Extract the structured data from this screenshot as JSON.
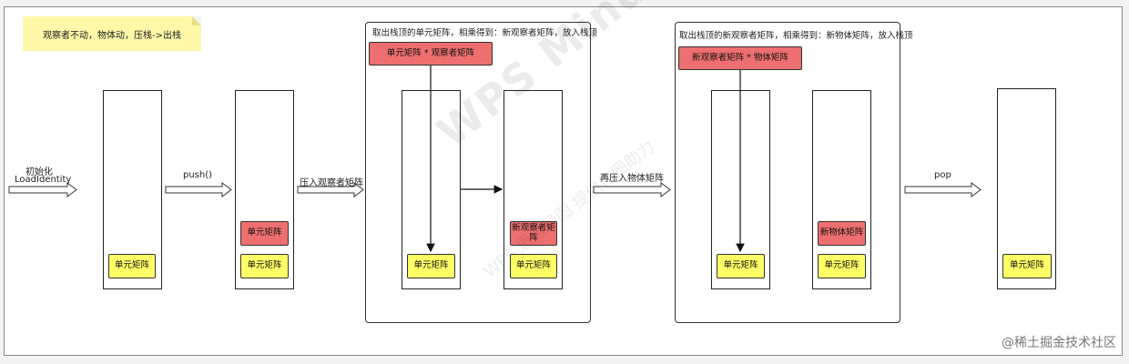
{
  "note": "观察者不动，物体动，压栈->出栈",
  "labels": {
    "init_line1": "初始化",
    "init_line2": "LoadIdentity",
    "push": "push()",
    "push_observer": "压入观察者矩阵",
    "push_object": "再压入物体矩阵",
    "pop": "pop"
  },
  "group1": {
    "title": "取出栈顶的单元矩阵，相乘得到：新观察者矩阵，放入栈顶",
    "product": "单元矩阵 * 观察者矩阵"
  },
  "group2": {
    "title": "取出栈顶的新观察者矩阵，相乘得到：新物体矩阵，放入栈顶",
    "product": "新观察者矩阵 * 物体矩阵"
  },
  "cells": {
    "unit": "单元矩阵",
    "new_observer": "新观察者矩阵",
    "new_object": "新物体矩阵"
  },
  "watermark": {
    "main": "WPS Mind",
    "sub": "WPS 思维导图 提供作图助力"
  },
  "credit": "@稀土掘金技术社区",
  "colors": {
    "note_bg": "#fff8a8",
    "cell_yellow": "#ffff66",
    "cell_red": "#ee6f6f"
  }
}
